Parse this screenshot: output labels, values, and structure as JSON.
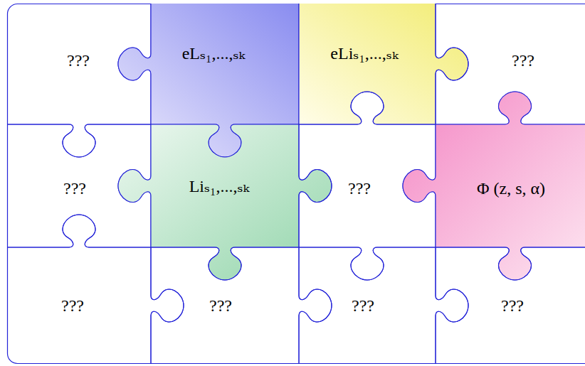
{
  "diagram": {
    "nodes": [
      {
        "text": [
          "???"
        ]
      },
      {
        "text": [
          "eLₛ₁,...,ₛₖ"
        ]
      },
      {
        "text": [
          "eLiₛ₁,...,ₛₖ"
        ]
      },
      {
        "text": [
          "???"
        ]
      },
      {
        "text": [
          "???"
        ]
      },
      {
        "text": [
          "Liₛ₁,...,ₛₖ"
        ]
      },
      {
        "text": [
          "???"
        ]
      },
      {
        "text": [
          "Φ (z, s, α)"
        ]
      },
      {
        "text": [
          "???"
        ]
      },
      {
        "text": [
          "???"
        ]
      },
      {
        "text": [
          "???"
        ]
      },
      {
        "text": [
          "???"
        ]
      }
    ]
  }
}
